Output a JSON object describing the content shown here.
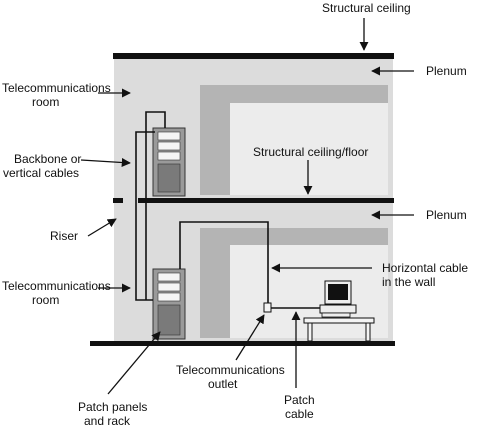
{
  "labels": {
    "structural_ceiling": "Structural ceiling",
    "plenum_top": "Plenum",
    "telecom_room_top_line1": "Telecommunications",
    "telecom_room_top_line2": "room",
    "backbone_line1": "Backbone or",
    "backbone_line2": "vertical cables",
    "structural_ceiling_floor": "Structural ceiling/floor",
    "plenum_mid": "Plenum",
    "riser": "Riser",
    "horizontal_cable_line1": "Horizontal cable",
    "horizontal_cable_line2": "in the wall",
    "telecom_room_bottom_line1": "Telecommunications",
    "telecom_room_bottom_line2": "room",
    "telecom_outlet_line1": "Telecommunications",
    "telecom_outlet_line2": "outlet",
    "patch_cable_line1": "Patch",
    "patch_cable_line2": "cable",
    "patch_panels_line1": "Patch panels",
    "patch_panels_line2": "and rack"
  },
  "colors": {
    "building_fill": "#dcdcdc",
    "ceiling_fill": "#ececec",
    "wall_bevel": "#b4b4b4",
    "floor_slab": "#111111",
    "rack": "#9a9a9a",
    "cable": "#111111"
  }
}
